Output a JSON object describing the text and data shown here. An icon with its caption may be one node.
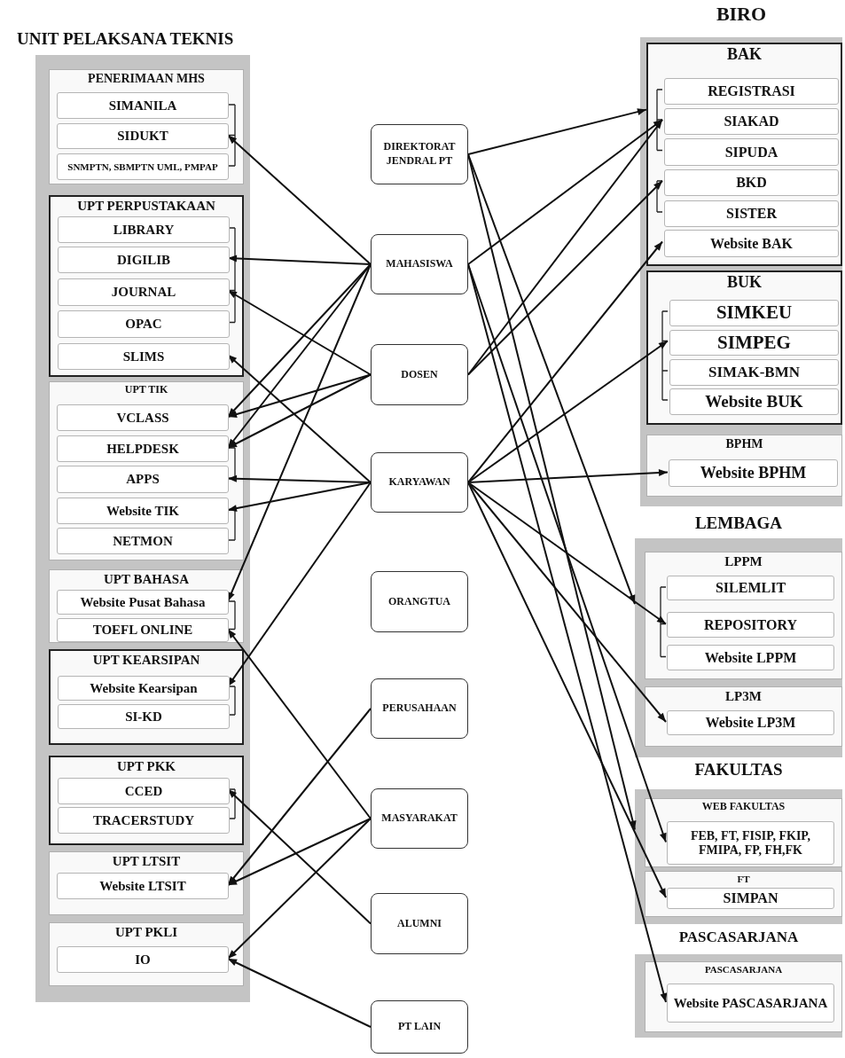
{
  "diagram": {
    "nodes": [
      {
        "text": [
          "UNIT PELAKSANA TEKNIS"
        ]
      },
      {
        "text": [
          "PENERIMAAN MHS"
        ],
        "in": 0
      },
      {
        "text": [
          "SIMANILA"
        ],
        "in": 1
      },
      {
        "text": [
          "SIDUKT"
        ],
        "in": 1
      },
      {
        "text": [
          "SNMPTN, SBMPTN UML, PMPAP"
        ],
        "in": 1
      },
      {
        "text": [
          "UPT PERPUSTAKAAN"
        ],
        "in": 0
      },
      {
        "text": [
          "LIBRARY"
        ],
        "in": 5
      },
      {
        "text": [
          "DIGILIB"
        ],
        "in": 5
      },
      {
        "text": [
          "JOURNAL"
        ],
        "in": 5
      },
      {
        "text": [
          "OPAC"
        ],
        "in": 5
      },
      {
        "text": [
          "SLIMS"
        ],
        "in": 5
      },
      {
        "text": [
          "UPT TIK"
        ],
        "in": 0
      },
      {
        "text": [
          "VCLASS"
        ],
        "in": 11
      },
      {
        "text": [
          "HELPDESK"
        ],
        "in": 11
      },
      {
        "text": [
          "APPS"
        ],
        "in": 11
      },
      {
        "text": [
          "Website TIK"
        ],
        "in": 11
      },
      {
        "text": [
          "NETMON"
        ],
        "in": 11
      },
      {
        "text": [
          "UPT BAHASA"
        ],
        "in": 0
      },
      {
        "text": [
          "Website Pusat Bahasa"
        ],
        "in": 17
      },
      {
        "text": [
          "TOEFL ONLINE"
        ],
        "in": 17
      },
      {
        "text": [
          "UPT KEARSIPAN"
        ],
        "in": 0
      },
      {
        "text": [
          "Website Kearsipan"
        ],
        "in": 20
      },
      {
        "text": [
          "SI-KD"
        ],
        "in": 20
      },
      {
        "text": [
          "UPT PKK"
        ],
        "in": 0
      },
      {
        "text": [
          "CCED"
        ],
        "in": 23
      },
      {
        "text": [
          "TRACERSTUDY"
        ],
        "in": 23
      },
      {
        "text": [
          "UPT LTSIT"
        ],
        "in": 0
      },
      {
        "text": [
          "Website LTSIT"
        ],
        "in": 26
      },
      {
        "text": [
          "UPT PKLI"
        ],
        "in": 0
      },
      {
        "text": [
          "IO"
        ],
        "in": 28
      },
      {
        "text": [
          "DIREKTORAT JENDRAL PT"
        ]
      },
      {
        "text": [
          "MAHASISWA"
        ]
      },
      {
        "text": [
          "DOSEN"
        ]
      },
      {
        "text": [
          "KARYAWAN"
        ]
      },
      {
        "text": [
          "ORANGTUA"
        ]
      },
      {
        "text": [
          "PERUSAHAAN"
        ]
      },
      {
        "text": [
          "MASYARAKAT"
        ]
      },
      {
        "text": [
          "ALUMNI"
        ]
      },
      {
        "text": [
          "PT LAIN"
        ]
      },
      {
        "text": [
          "BIRO"
        ]
      },
      {
        "text": [
          "BAK"
        ],
        "in": 39
      },
      {
        "text": [
          "REGISTRASI"
        ],
        "in": 40
      },
      {
        "text": [
          "SIAKAD"
        ],
        "in": 40
      },
      {
        "text": [
          "SIPUDA"
        ],
        "in": 40
      },
      {
        "text": [
          "BKD"
        ],
        "in": 40
      },
      {
        "text": [
          "SISTER"
        ],
        "in": 40
      },
      {
        "text": [
          "Website BAK"
        ],
        "in": 40
      },
      {
        "text": [
          "BUK"
        ],
        "in": 39
      },
      {
        "text": [
          "SIMKEU"
        ],
        "in": 47
      },
      {
        "text": [
          "SIMPEG"
        ],
        "in": 47
      },
      {
        "text": [
          "SIMAK-BMN"
        ],
        "in": 47
      },
      {
        "text": [
          "Website BUK"
        ],
        "in": 47
      },
      {
        "text": [
          "BPHM"
        ],
        "in": 39
      },
      {
        "text": [
          "Website BPHM"
        ],
        "in": 52
      },
      {
        "text": [
          "LEMBAGA"
        ]
      },
      {
        "text": [
          "LPPM"
        ],
        "in": 54
      },
      {
        "text": [
          "SILEMLIT"
        ],
        "in": 55
      },
      {
        "text": [
          "REPOSITORY"
        ],
        "in": 55
      },
      {
        "text": [
          "Website LPPM"
        ],
        "in": 55
      },
      {
        "text": [
          "LP3M"
        ],
        "in": 54
      },
      {
        "text": [
          "Website LP3M"
        ],
        "in": 59
      },
      {
        "text": [
          "FAKULTAS"
        ]
      },
      {
        "text": [
          "WEB FAKULTAS"
        ],
        "in": 61
      },
      {
        "text": [
          "FEB, FT, FISIP, FKIP, FMIPA, FP, FH,FK"
        ],
        "in": 62
      },
      {
        "text": [
          "FT"
        ],
        "in": 61
      },
      {
        "text": [
          "SIMPAN"
        ],
        "in": 64
      },
      {
        "text": [
          "PASCASARJANA"
        ]
      },
      {
        "text": [
          "PASCASARJANA"
        ],
        "in": 66
      },
      {
        "text": [
          "Website PASCASARJANA"
        ],
        "in": 67
      }
    ],
    "edges": [
      {
        "from": 31,
        "to": 3,
        "arrow": "to"
      },
      {
        "from": 31,
        "to": 7,
        "arrow": "to"
      },
      {
        "from": 32,
        "to": 8,
        "arrow": "to"
      },
      {
        "from": 33,
        "to": 10,
        "arrow": "to"
      },
      {
        "from": 31,
        "to": 12,
        "arrow": "to"
      },
      {
        "from": 32,
        "to": 12,
        "arrow": "to"
      },
      {
        "from": 31,
        "to": 13,
        "arrow": "to"
      },
      {
        "from": 32,
        "to": 13,
        "arrow": "to"
      },
      {
        "from": 33,
        "to": 14,
        "arrow": "to"
      },
      {
        "from": 33,
        "to": 15,
        "arrow": "to"
      },
      {
        "from": 31,
        "to": 18,
        "arrow": "to"
      },
      {
        "from": 36,
        "to": 19,
        "arrow": "to"
      },
      {
        "from": 33,
        "to": 21,
        "arrow": "to"
      },
      {
        "from": 37,
        "to": 24,
        "arrow": "to"
      },
      {
        "from": 35,
        "to": 27,
        "arrow": "to"
      },
      {
        "from": 36,
        "to": 27,
        "arrow": "to"
      },
      {
        "from": 36,
        "to": 29,
        "arrow": "to"
      },
      {
        "from": 38,
        "to": 29,
        "arrow": "to"
      },
      {
        "from": 30,
        "to": 40,
        "arrow": "to"
      },
      {
        "from": 31,
        "to": 42,
        "arrow": "to"
      },
      {
        "from": 32,
        "to": 42,
        "arrow": "to"
      },
      {
        "from": 32,
        "to": 44,
        "arrow": "to"
      },
      {
        "from": 33,
        "to": 46,
        "arrow": "to"
      },
      {
        "from": 33,
        "to": 49,
        "arrow": "to"
      },
      {
        "from": 33,
        "to": 53,
        "arrow": "to"
      },
      {
        "from": 30,
        "to": 54,
        "arrow": "to"
      },
      {
        "from": 30,
        "to": 61,
        "arrow": "to"
      },
      {
        "from": 31,
        "to": 63,
        "arrow": "to"
      },
      {
        "from": 31,
        "to": 68,
        "arrow": "to"
      },
      {
        "from": 33,
        "to": 57,
        "arrow": "to"
      },
      {
        "from": 33,
        "to": 60,
        "arrow": "to"
      },
      {
        "from": 33,
        "to": 65,
        "arrow": "to"
      }
    ]
  }
}
